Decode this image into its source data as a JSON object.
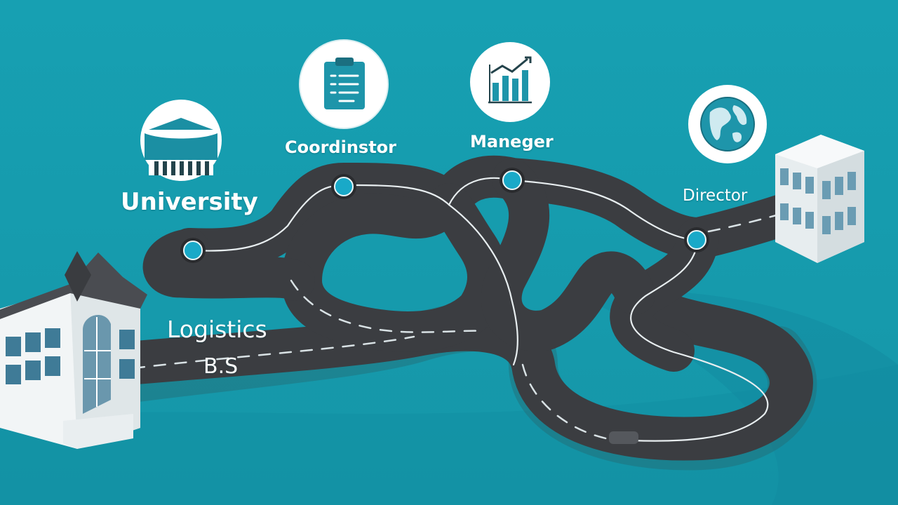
{
  "colors": {
    "background": "#1aa3b4",
    "road": "#3d3f43",
    "road_edge": "#2b2c30",
    "marker": "#19a9c8",
    "icon_circle": "#ffffff",
    "icon_accent": "#1b8fa3"
  },
  "milestones": [
    {
      "label": "University",
      "icon": "academic-building-icon"
    },
    {
      "label": "Coordinstor",
      "icon": "clipboard-checklist-icon"
    },
    {
      "label": "Maneger",
      "icon": "growth-chart-icon"
    },
    {
      "label": "Director",
      "icon": "globe-icon"
    }
  ],
  "start": {
    "line1": "Logistics",
    "line2": "B.S",
    "icon": "university-building-icon"
  },
  "end": {
    "icon": "office-tower-icon"
  }
}
